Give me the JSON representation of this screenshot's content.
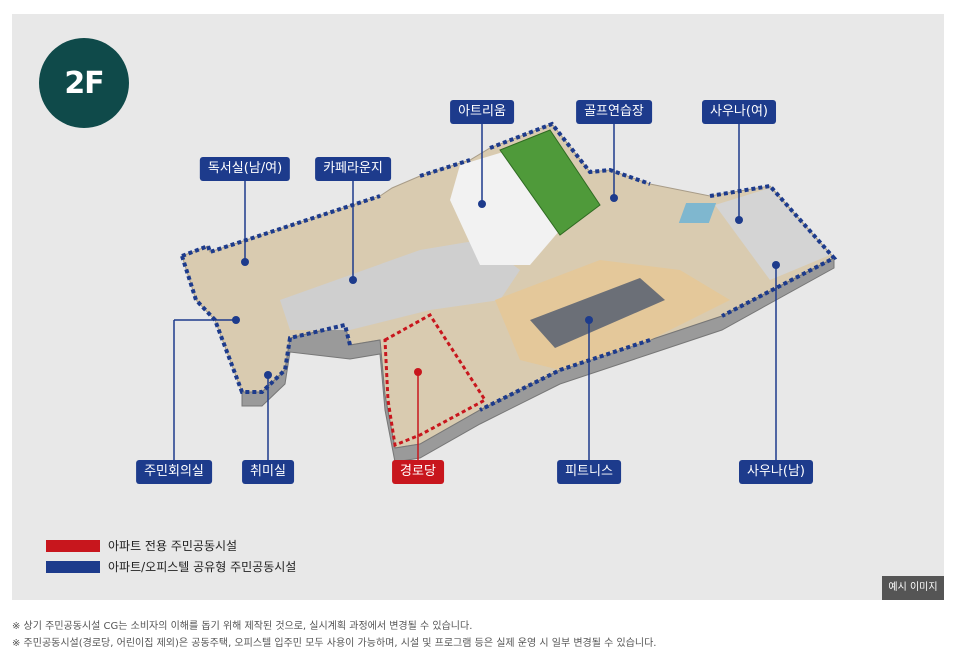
{
  "floor": "2F",
  "facilities": {
    "atrium": "아트리움",
    "golf": "골프연습장",
    "sauna_f": "사우나(여)",
    "reading": "독서실(남/여)",
    "cafe": "카페라운지",
    "meeting": "주민회의실",
    "hobby": "취미실",
    "senior": "경로당",
    "fitness": "피트니스",
    "sauna_m": "사우나(남)"
  },
  "legend": {
    "apartment_only": "아파트 전용 주민공동시설",
    "shared": "아파트/오피스텔 공유형 주민공동시설"
  },
  "colors": {
    "apartment_only": "#c8161d",
    "shared": "#1d3b8c",
    "badge": "#0f4a4a"
  },
  "sample_label": "예시 이미지",
  "notes": [
    "※ 상기 주민공동시설 CG는 소비자의 이해를 돕기 위해 제작된 것으로, 실시계획 과정에서 변경될 수 있습니다.",
    "※ 주민공동시설(경로당, 어린이집 제외)은 공동주택, 오피스텔 입주민 모두 사용이 가능하며, 시설 및 프로그램 등은 실제 운영 시 일부 변경될 수 있습니다."
  ]
}
